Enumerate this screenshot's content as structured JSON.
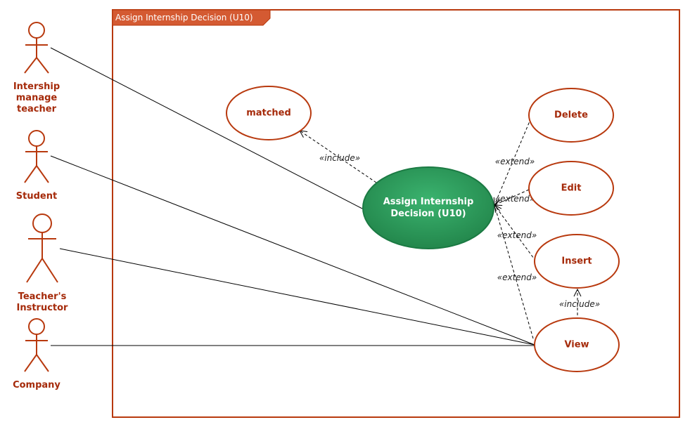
{
  "frame": {
    "title": "Assign Internship Decision (U10)"
  },
  "actors": [
    {
      "id": "intership-manage-teacher",
      "lines": [
        "Intership",
        "manage",
        "teacher"
      ]
    },
    {
      "id": "student",
      "lines": [
        "Student"
      ]
    },
    {
      "id": "teachers-instructor",
      "lines": [
        "Teacher's",
        "Instructor"
      ]
    },
    {
      "id": "company",
      "lines": [
        "Company"
      ]
    }
  ],
  "use_cases": {
    "main": {
      "lines": [
        "Assign Internship",
        "Decision (U10)"
      ]
    },
    "matched": "matched",
    "delete": "Delete",
    "edit": "Edit",
    "insert": "Insert",
    "view": "View"
  },
  "relations": {
    "include_matched": "«include»",
    "extend_delete": "«extend»",
    "extend_edit": "«extend»",
    "extend_insert": "«extend»",
    "extend_view": "«extend»",
    "include_insert": "«include»"
  },
  "colors": {
    "accent": "#b8390e",
    "frame_tab": "#d45a32",
    "actor_text": "#a52a0a",
    "main_fill": "#2e9e5e",
    "main_stroke": "#1b7a43",
    "line": "#000000"
  }
}
